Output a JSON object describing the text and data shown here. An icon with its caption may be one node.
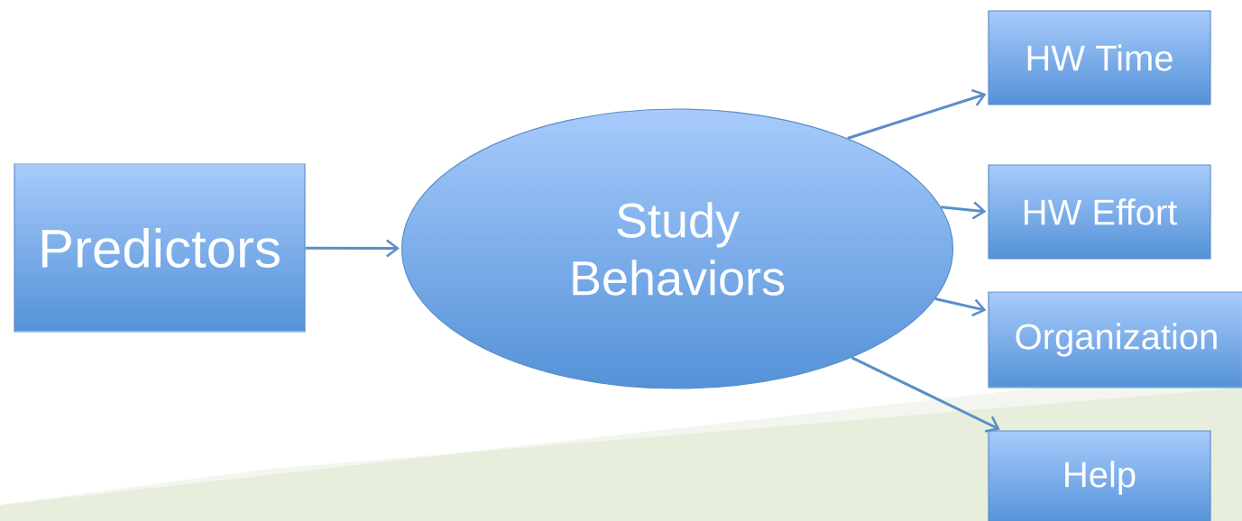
{
  "diagram": {
    "nodes": [
      {
        "text": [
          "Predictors"
        ]
      },
      {
        "text": [
          "Study Behaviors"
        ]
      },
      {
        "text": [
          "HW Time"
        ]
      },
      {
        "text": [
          "HW Effort"
        ]
      },
      {
        "text": [
          "Organization"
        ]
      },
      {
        "text": [
          "Help"
        ]
      }
    ],
    "edges": [
      {
        "from": 0,
        "to": 1,
        "arrow": "to"
      },
      {
        "from": 1,
        "to": 2,
        "arrow": "to"
      },
      {
        "from": 1,
        "to": 3,
        "arrow": "to"
      },
      {
        "from": 1,
        "to": 4,
        "arrow": "to"
      },
      {
        "from": 1,
        "to": 5,
        "arrow": "to"
      }
    ]
  }
}
